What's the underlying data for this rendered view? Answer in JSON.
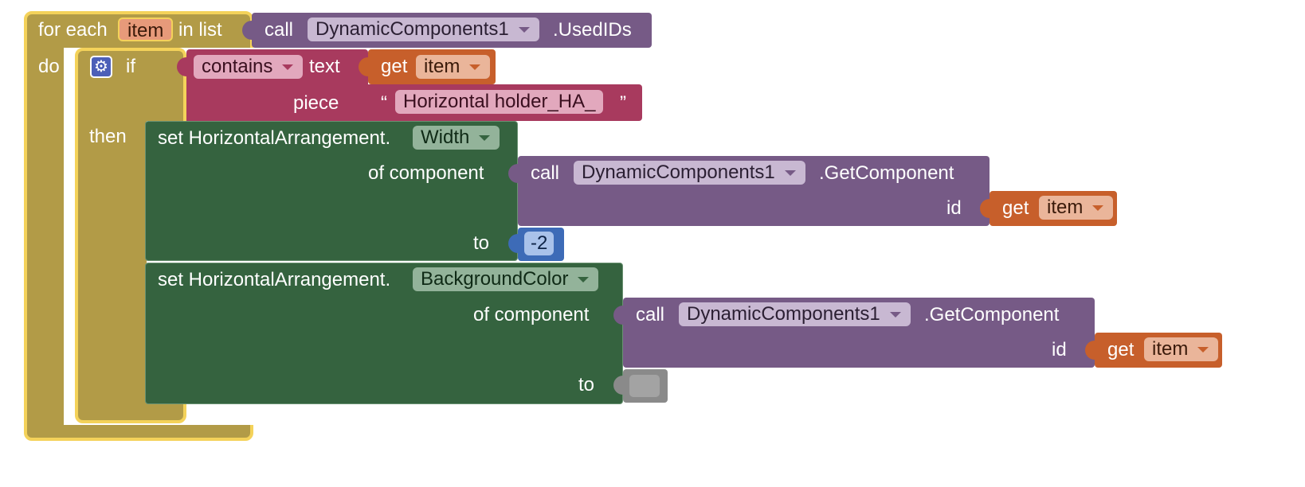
{
  "colors": {
    "control": "#b29b47",
    "control_border": "#f4d25a",
    "procedure": "#765a86",
    "text": "#a83a5e",
    "variable": "#c75f2b",
    "setter": "#35633f",
    "math": "#3d6bb7",
    "empty": "#8a8a8a"
  },
  "foreach": {
    "for_each_label": "for each",
    "var_name": "item",
    "in_list_label": "in list",
    "do_label": "do"
  },
  "used_ids": {
    "call_label": "call",
    "component": "DynamicComponents1",
    "method": ".UsedIDs"
  },
  "if_block": {
    "if_label": "if",
    "then_label": "then"
  },
  "contains": {
    "mode": "contains",
    "text_label": "text",
    "piece_label": "piece",
    "get_label": "get",
    "get_var": "item",
    "open_quote": "“",
    "close_quote": "”",
    "piece_value": "Horizontal holder_HA_"
  },
  "setter1": {
    "set_label": "set HorizontalArrangement.",
    "property": "Width",
    "of_component_label": "of component",
    "to_label": "to",
    "call_label": "call",
    "component": "DynamicComponents1",
    "method": ".GetComponent",
    "id_label": "id",
    "get_label": "get",
    "get_var": "item",
    "to_value": "-2"
  },
  "setter2": {
    "set_label": "set HorizontalArrangement.",
    "property": "BackgroundColor",
    "of_component_label": "of component",
    "to_label": "to",
    "call_label": "call",
    "component": "DynamicComponents1",
    "method": ".GetComponent",
    "id_label": "id",
    "get_label": "get",
    "get_var": "item"
  }
}
